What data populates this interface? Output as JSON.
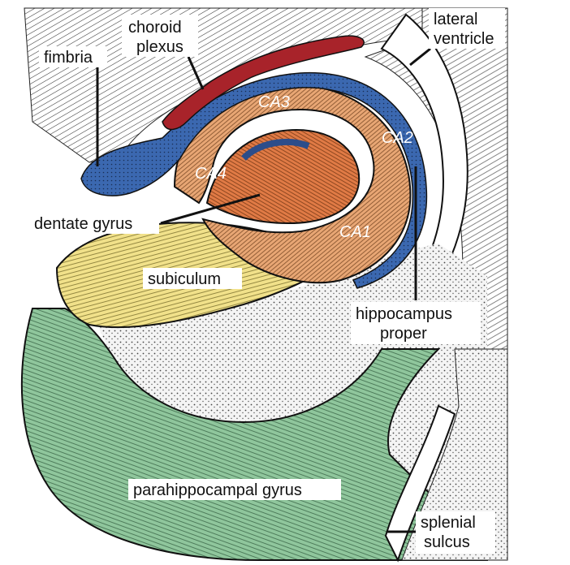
{
  "labels": {
    "lateral_ventricle": [
      "lateral",
      "ventricle"
    ],
    "choroid_plexus": [
      "choroid",
      "plexus"
    ],
    "fimbria": "fimbria",
    "dentate_gyrus": "dentate gyrus",
    "subiculum": "subiculum",
    "hippocampus_proper": [
      "hippocampus",
      "proper"
    ],
    "parahippocampal_gyrus": "parahippocampal gyrus",
    "splenial_sulcus": [
      "splenial",
      "sulcus"
    ]
  },
  "regions": {
    "ca1": "CA1",
    "ca2": "CA2",
    "ca3": "CA3",
    "ca4": "CA4"
  },
  "colors": {
    "ammons_horn": "#e8a674",
    "dentate": "#e07a45",
    "blue_layer": "#3b68b0",
    "subiculum": "#f1e18a",
    "parahippocampal": "#8fc69c",
    "choroid": "#a8232a",
    "stipple": "#e7e7e7"
  }
}
